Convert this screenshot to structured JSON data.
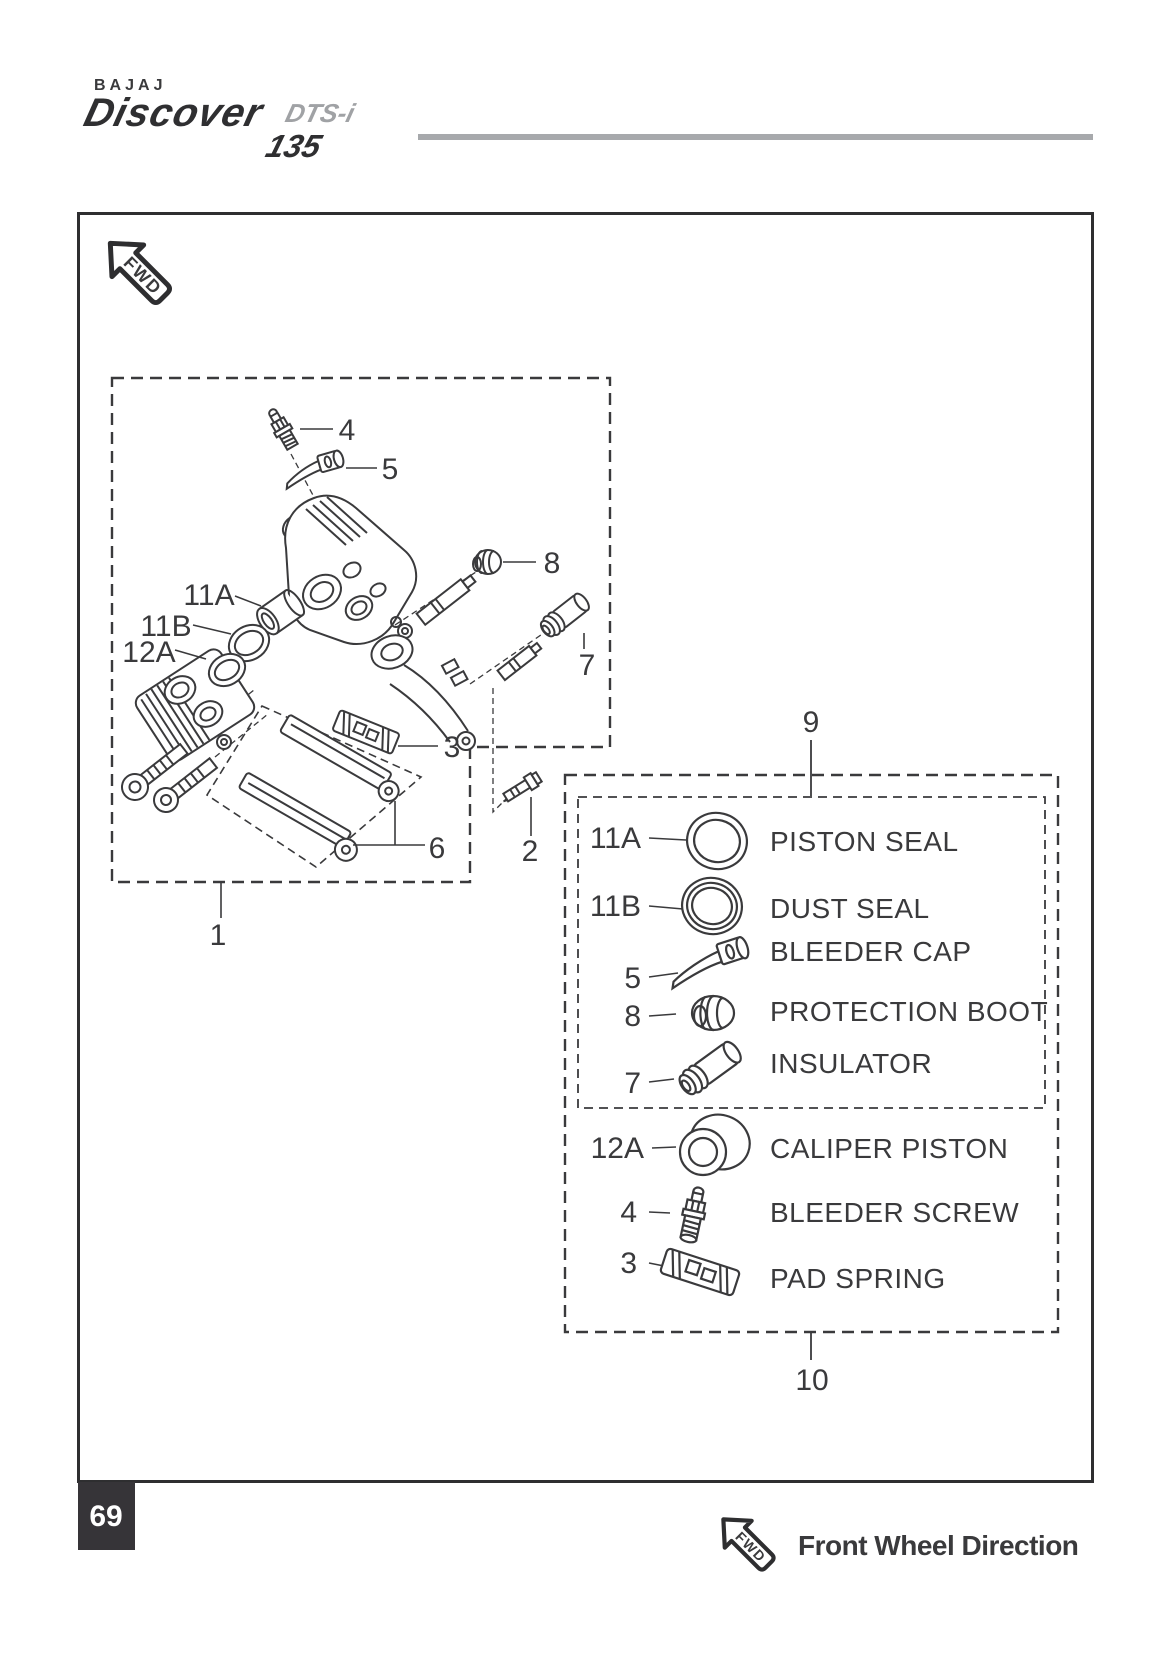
{
  "brand": {
    "name": "BAJAJ",
    "model": "Discover",
    "variant": "DTS-i",
    "displacement": "135"
  },
  "page_number": "69",
  "fwd": {
    "label": "FWD",
    "caption": "Front Wheel Direction"
  },
  "callouts": {
    "c1": "1",
    "c2": "2",
    "c3": "3",
    "c4": "4",
    "c5": "5",
    "c6": "6",
    "c7": "7",
    "c8": "8",
    "c9": "9",
    "c10": "10",
    "c11a": "11A",
    "c11b": "11B",
    "c12a": "12A"
  },
  "legend": {
    "items": [
      {
        "ref": "11A",
        "name": "PISTON SEAL"
      },
      {
        "ref": "11B",
        "name": "DUST SEAL"
      },
      {
        "ref": "5",
        "name": "BLEEDER CAP"
      },
      {
        "ref": "8",
        "name": "PROTECTION BOOT"
      },
      {
        "ref": "7",
        "name": "INSULATOR"
      },
      {
        "ref": "12A",
        "name": "CALIPER PISTON"
      },
      {
        "ref": "4",
        "name": "BLEEDER SCREW"
      },
      {
        "ref": "3",
        "name": "PAD SPRING"
      }
    ]
  },
  "colors": {
    "ink": "#3a3a3c",
    "border": "#2e2e30",
    "muted": "#a0a2a5",
    "page_box": "#363438"
  }
}
